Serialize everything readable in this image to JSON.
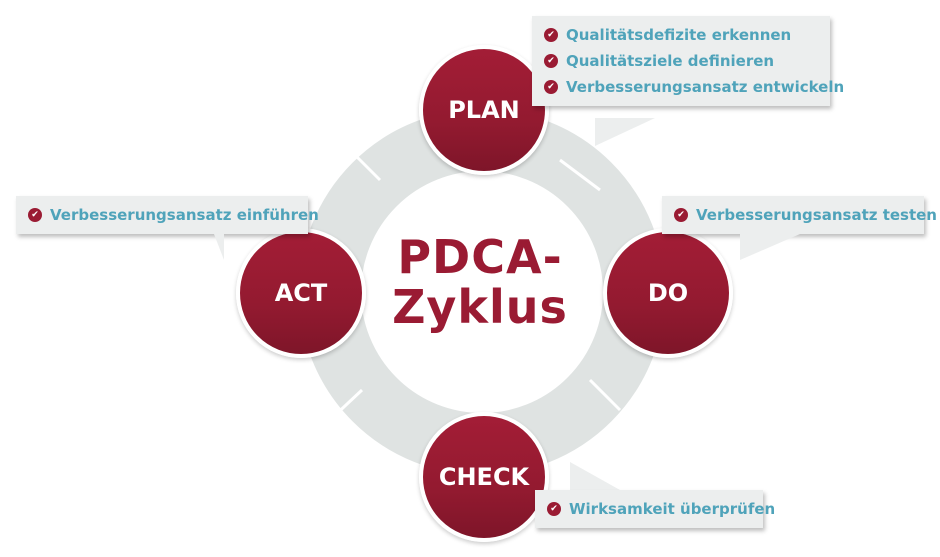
{
  "diagram": {
    "title_line1": "PDCA-",
    "title_line2": "Zyklus",
    "colors": {
      "accent": "#9a1b33",
      "text_blue": "#4fa3ba",
      "bubble_bg": "#eceeee",
      "ring": "#dde1e0"
    },
    "phases": [
      {
        "label": "PLAN",
        "items": [
          "Qualitätsdefizite erkennen",
          "Qualitätsziele definieren",
          "Verbesserungsansatz entwickeln"
        ]
      },
      {
        "label": "DO",
        "items": [
          "Verbesserungsansatz testen"
        ]
      },
      {
        "label": "CHECK",
        "items": [
          "Wirksamkeit überprüfen"
        ]
      },
      {
        "label": "ACT",
        "items": [
          "Verbesserungsansatz einführen"
        ]
      }
    ],
    "check_icon": "check-circle-icon"
  }
}
